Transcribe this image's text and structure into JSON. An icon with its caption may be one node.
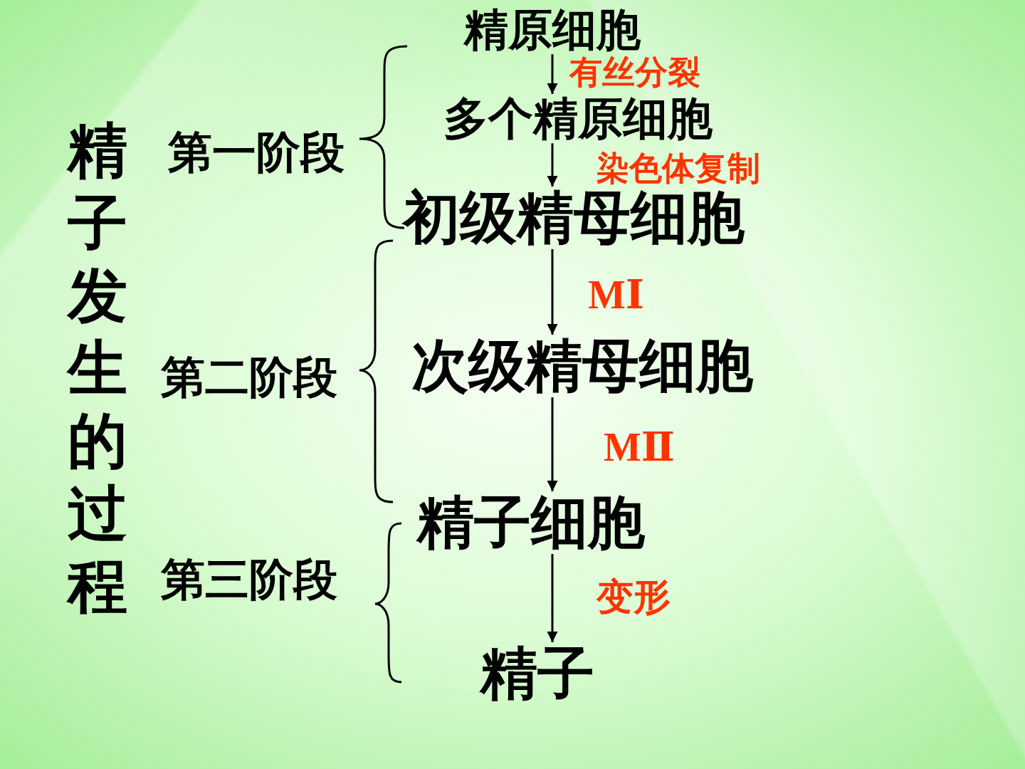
{
  "diagram": {
    "title": "精子发生的过程",
    "nodes": [
      {
        "text": [
          "精原细胞"
        ]
      },
      {
        "text": [
          "多个精原细胞"
        ]
      },
      {
        "text": [
          "初级精母细胞"
        ]
      },
      {
        "text": [
          "次级精母细胞"
        ]
      },
      {
        "text": [
          "精子细胞"
        ]
      },
      {
        "text": [
          "精子"
        ]
      }
    ],
    "edges": [
      {
        "from": 0,
        "to": 1,
        "arrow": "to",
        "label": "有丝分裂"
      },
      {
        "from": 1,
        "to": 2,
        "arrow": "to",
        "label": "染色体复制"
      },
      {
        "from": 2,
        "to": 3,
        "arrow": "to",
        "label": "MⅠ"
      },
      {
        "from": 3,
        "to": 4,
        "arrow": "to",
        "label": "MⅡ"
      },
      {
        "from": 4,
        "to": 5,
        "arrow": "to",
        "label": "变形"
      }
    ],
    "labels": [
      "第一阶段",
      "第二阶段",
      "第三阶段"
    ]
  }
}
